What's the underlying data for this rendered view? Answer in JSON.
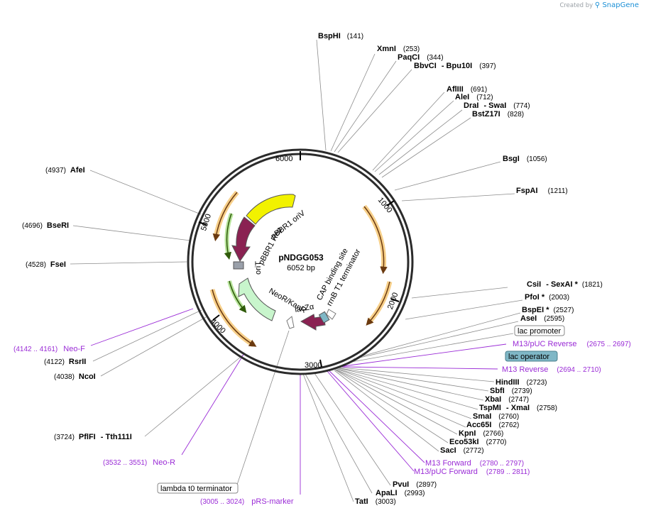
{
  "credit": {
    "prefix": "Created by",
    "brand": "SnapGene"
  },
  "plasmid": {
    "name": "pNDGG053",
    "size": "6052 bp"
  },
  "ticks": [
    "6000",
    "1000",
    "2000",
    "3000",
    "4000",
    "5000"
  ],
  "enzymes": [
    {
      "id": "bsphi",
      "name": "BspHI",
      "pos": "(141)"
    },
    {
      "id": "xmni",
      "name": "XmnI",
      "pos": "(253)"
    },
    {
      "id": "paqci",
      "name": "PaqCI",
      "pos": "(344)"
    },
    {
      "id": "bbvci",
      "name": "BbvCI",
      "extra": " - Bpu10I",
      "pos": "(397)"
    },
    {
      "id": "afliii",
      "name": "AflIII",
      "pos": "(691)"
    },
    {
      "id": "alei",
      "name": "AleI",
      "pos": "(712)"
    },
    {
      "id": "drai",
      "name": "DraI",
      "extra": " - SwaI",
      "pos": "(774)"
    },
    {
      "id": "bstz17i",
      "name": "BstZ17I",
      "pos": "(828)"
    },
    {
      "id": "bsgi",
      "name": "BsgI",
      "pos": "(1056)"
    },
    {
      "id": "fspai",
      "name": "FspAI",
      "pos": "(1211)"
    },
    {
      "id": "csii",
      "name": "CsiI",
      "extra": " - SexAI *",
      "pos": "(1821)"
    },
    {
      "id": "pfoi",
      "name": "PfoI *",
      "pos": "(2003)"
    },
    {
      "id": "bspei",
      "name": "BspEI *",
      "pos": "(2527)"
    },
    {
      "id": "asei",
      "name": "AseI",
      "pos": "(2595)"
    },
    {
      "id": "hindiii",
      "name": "HindIII",
      "pos": "(2723)"
    },
    {
      "id": "sbfi",
      "name": "SbfI",
      "pos": "(2739)"
    },
    {
      "id": "xbai",
      "name": "XbaI",
      "pos": "(2747)"
    },
    {
      "id": "tspmi",
      "name": "TspMI",
      "extra": " - XmaI",
      "pos": "(2758)"
    },
    {
      "id": "smai",
      "name": "SmaI",
      "pos": "(2760)"
    },
    {
      "id": "acc65i",
      "name": "Acc65I",
      "pos": "(2762)"
    },
    {
      "id": "kpni",
      "name": "KpnI",
      "pos": "(2766)"
    },
    {
      "id": "eco53ki",
      "name": "Eco53kI",
      "pos": "(2770)"
    },
    {
      "id": "saci",
      "name": "SacI",
      "pos": "(2772)"
    },
    {
      "id": "pvui",
      "name": "PvuI",
      "pos": "(2897)"
    },
    {
      "id": "apali",
      "name": "ApaLI",
      "pos": "(2993)"
    },
    {
      "id": "tati",
      "name": "TatI",
      "pos": "(3003)"
    },
    {
      "id": "pflfi",
      "name": "PflFI",
      "extra": " - Tth111I",
      "pos": "(3724)"
    },
    {
      "id": "ncoi",
      "name": "NcoI",
      "pos": "(4038)"
    },
    {
      "id": "rsrii",
      "name": "RsrII",
      "pos": "(4122)"
    },
    {
      "id": "fsei",
      "name": "FseI",
      "pos": "(4528)"
    },
    {
      "id": "bseri",
      "name": "BseRI",
      "pos": "(4696)"
    },
    {
      "id": "afei",
      "name": "AfeI",
      "pos": "(4937)"
    }
  ],
  "primers": [
    {
      "id": "m13puc-rev",
      "name": "M13/pUC Reverse",
      "pos": "(2675 .. 2697)"
    },
    {
      "id": "m13-rev",
      "name": "M13 Reverse",
      "pos": "(2694 .. 2710)"
    },
    {
      "id": "m13-fwd",
      "name": "M13 Forward",
      "pos": "(2780 .. 2797)"
    },
    {
      "id": "m13puc-fwd",
      "name": "M13/pUC Forward",
      "pos": "(2789 .. 2811)"
    },
    {
      "id": "prs-marker",
      "name": "pRS-marker",
      "pos": "(3005 .. 3024)"
    },
    {
      "id": "neo-r",
      "name": "Neo-R",
      "pos": "(3532 .. 3551)"
    },
    {
      "id": "neo-f",
      "name": "Neo-F",
      "pos": "(4142 .. 4161)"
    }
  ],
  "boxed": {
    "lac_promoter": "lac promoter",
    "lac_operator": "lac operator",
    "lambda_t0": "lambda t0 terminator"
  },
  "features": {
    "pbbr1_oriv": "pBBR1 oriV",
    "pbbr1_rep": "pBBR1 Rep",
    "orit": "oriT",
    "neor_kanr": "NeoR/KanR",
    "lacz": "lacZα",
    "cap": "CAP binding site",
    "rrnb": "rrnB T1 terminator"
  },
  "colors": {
    "backbone": "#2b2b2b",
    "orange_arc": "#f0a030",
    "green_arc": "#5a9a1a",
    "rep": "#8a2252",
    "oriv": "#f2f200",
    "neor": "#c8f5cc",
    "primer": "#9a2bd6",
    "operator_box": "#7fb7c6"
  }
}
